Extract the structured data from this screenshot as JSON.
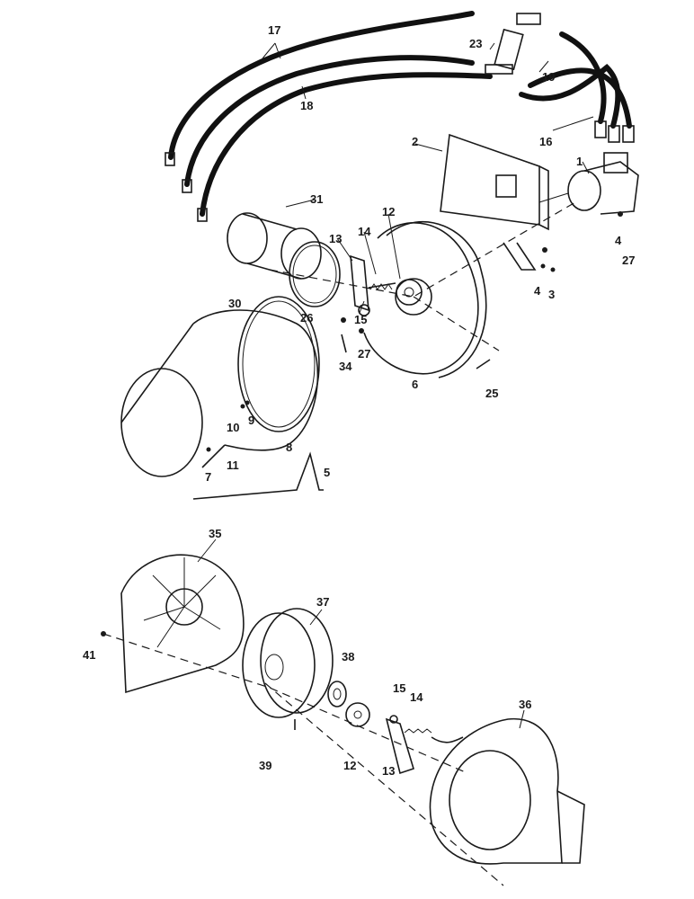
{
  "diagram": {
    "callouts": [
      {
        "id": "c1",
        "text": "1"
      },
      {
        "id": "c2",
        "text": "2"
      },
      {
        "id": "c3",
        "text": "3"
      },
      {
        "id": "c4a",
        "text": "4"
      },
      {
        "id": "c4b",
        "text": "4"
      },
      {
        "id": "c5",
        "text": "5"
      },
      {
        "id": "c6",
        "text": "6"
      },
      {
        "id": "c7",
        "text": "7"
      },
      {
        "id": "c8",
        "text": "8"
      },
      {
        "id": "c9",
        "text": "9"
      },
      {
        "id": "c10",
        "text": "10"
      },
      {
        "id": "c11",
        "text": "11"
      },
      {
        "id": "c12a",
        "text": "12"
      },
      {
        "id": "c13a",
        "text": "13"
      },
      {
        "id": "c14a",
        "text": "14"
      },
      {
        "id": "c15a",
        "text": "15"
      },
      {
        "id": "c16",
        "text": "16"
      },
      {
        "id": "c17",
        "text": "17"
      },
      {
        "id": "c18",
        "text": "18"
      },
      {
        "id": "c19",
        "text": "19"
      },
      {
        "id": "c23",
        "text": "23"
      },
      {
        "id": "c25",
        "text": "25"
      },
      {
        "id": "c26",
        "text": "26"
      },
      {
        "id": "c27a",
        "text": "27"
      },
      {
        "id": "c27b",
        "text": "27"
      },
      {
        "id": "c30",
        "text": "30"
      },
      {
        "id": "c31",
        "text": "31"
      },
      {
        "id": "c34",
        "text": "34"
      },
      {
        "id": "c35",
        "text": "35"
      },
      {
        "id": "c36",
        "text": "36"
      },
      {
        "id": "c37",
        "text": "37"
      },
      {
        "id": "c38",
        "text": "38"
      },
      {
        "id": "c39",
        "text": "39"
      },
      {
        "id": "c41",
        "text": "41"
      },
      {
        "id": "c12b",
        "text": "12"
      },
      {
        "id": "c13b",
        "text": "13"
      },
      {
        "id": "c14b",
        "text": "14"
      },
      {
        "id": "c15b",
        "text": "15"
      }
    ]
  }
}
